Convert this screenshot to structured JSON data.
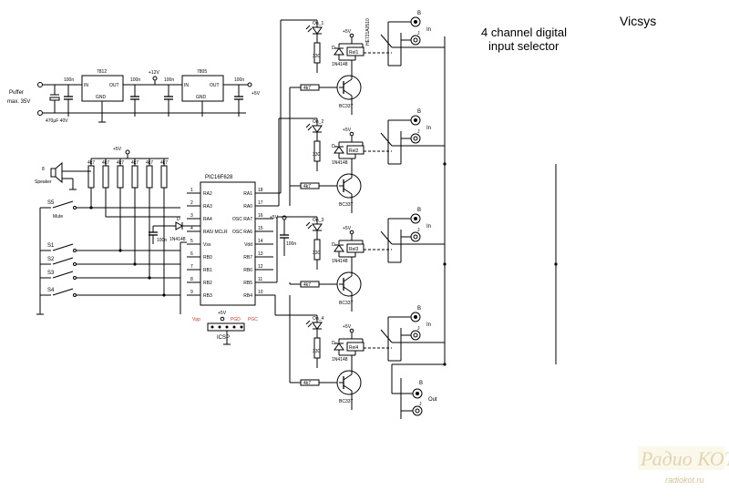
{
  "title_line1": "4 channel digital",
  "title_line2": "input selector",
  "author": "Vicsys",
  "power": {
    "input_label_1": "Puffer",
    "input_label_2": "max. 35V",
    "cap_in": "470µF 40V",
    "c1": "100n",
    "reg1": "7812",
    "reg2": "7805",
    "c2": "100n",
    "c3": "100n",
    "c4": "100n",
    "rail12": "+12V",
    "rail5": "+5V",
    "pin_in": "IN",
    "pin_out": "OUT",
    "pin_gnd": "GND"
  },
  "mcu": {
    "name": "PIC16F628",
    "left_pins": [
      {
        "num": "1",
        "name": "RA2"
      },
      {
        "num": "2",
        "name": "RA3"
      },
      {
        "num": "3",
        "name": "RA4"
      },
      {
        "num": "4",
        "name": "RA5/ MCLR"
      },
      {
        "num": "5",
        "name": "Vss"
      },
      {
        "num": "6",
        "name": "RB0"
      },
      {
        "num": "7",
        "name": "RB1"
      },
      {
        "num": "8",
        "name": "RB2"
      },
      {
        "num": "9",
        "name": "RB3"
      }
    ],
    "right_pins": [
      {
        "num": "18",
        "name": "RA1"
      },
      {
        "num": "17",
        "name": "RA0"
      },
      {
        "num": "16",
        "name": "OSC RA7"
      },
      {
        "num": "15",
        "name": "OSC RA6"
      },
      {
        "num": "14",
        "name": "Vdd"
      },
      {
        "num": "13",
        "name": "RB7"
      },
      {
        "num": "12",
        "name": "RB6"
      },
      {
        "num": "11",
        "name": "RB5"
      },
      {
        "num": "10",
        "name": "RB4"
      }
    ]
  },
  "left_side": {
    "rail": "+5V",
    "resistor": "4k7",
    "speaker": "Speaker",
    "speaker_tag": "8",
    "switches": [
      "S5",
      "S1",
      "S2",
      "S3",
      "S4"
    ],
    "mute": "Mute",
    "cap": "100n",
    "diode": "1N4148",
    "diode_d": "D"
  },
  "icsp": {
    "label": "ICSP",
    "rail": "+5V",
    "vpp": "Vpp",
    "pgd": "PGD",
    "pgc": "PGC"
  },
  "mcu_decoupling": {
    "rail": "+5V",
    "cap": "100n"
  },
  "channels": [
    {
      "led": "On_1",
      "relay": "Rel1",
      "relay_part": "HE721A0510",
      "rail": "+5V",
      "diode_d": "D",
      "diode": "1N4148",
      "r_led": "330",
      "r_base": "4k7",
      "transistor": "BC337",
      "jack_b": "B",
      "jack_j": "J",
      "jack_label": "In"
    },
    {
      "led": "On_2",
      "relay": "Rel2",
      "relay_part": "",
      "rail": "+5V",
      "diode_d": "D",
      "diode": "1N4148",
      "r_led": "330",
      "r_base": "4k7",
      "transistor": "BC337",
      "jack_b": "B",
      "jack_j": "J",
      "jack_label": "In"
    },
    {
      "led": "On_3",
      "relay": "Rel3",
      "relay_part": "",
      "rail": "+5V",
      "diode_d": "D",
      "diode": "1N4148",
      "r_led": "330",
      "r_base": "4k7",
      "transistor": "BC337",
      "jack_b": "B",
      "jack_j": "J",
      "jack_label": "In"
    },
    {
      "led": "On_4",
      "relay": "Rel4",
      "relay_part": "",
      "rail": "+5V",
      "diode_d": "D",
      "diode": "1N4148",
      "r_led": "330",
      "r_base": "4k7",
      "transistor": "BC337",
      "jack_b": "B",
      "jack_j": "J",
      "jack_label": "In"
    }
  ],
  "output_jack": {
    "b": "B",
    "j": "J",
    "label": "Out"
  },
  "watermark": {
    "logo": "Радио КОТ",
    "url": "radiokot.ru"
  }
}
